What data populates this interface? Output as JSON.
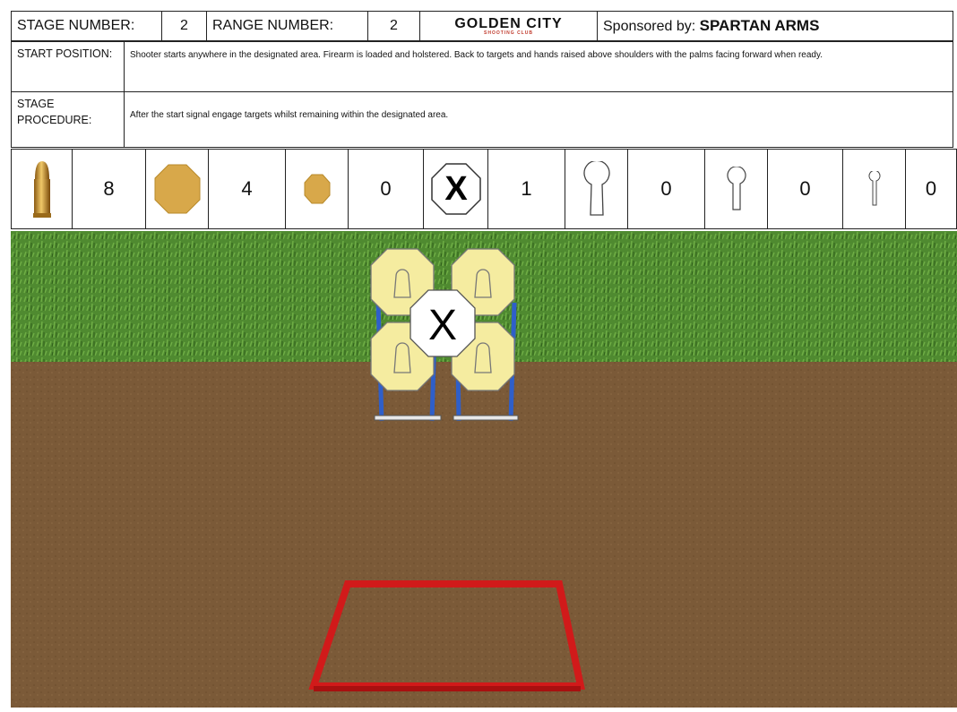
{
  "header": {
    "stage_label": "STAGE NUMBER:",
    "stage_value": "2",
    "range_label": "RANGE NUMBER:",
    "range_value": "2",
    "logo_title": "GOLDEN CITY",
    "logo_subtitle": "SHOOTING CLUB",
    "sponsor_prefix": "Sponsored by:",
    "sponsor_name": "SPARTAN ARMS"
  },
  "start_position": {
    "label": "START POSITION:",
    "text": "Shooter starts anywhere in the designated area. Firearm is loaded and holstered. Back to targets and hands raised above shoulders with the palms facing forward when ready."
  },
  "stage_procedure": {
    "label": "STAGE PROCEDURE:",
    "text": "After the start signal engage targets whilst remaining within the designated area."
  },
  "counts": [
    {
      "icon": "bullet-icon",
      "value": "8"
    },
    {
      "icon": "large-octagon-plate-icon",
      "value": "4"
    },
    {
      "icon": "small-octagon-plate-icon",
      "value": "0"
    },
    {
      "icon": "stop-plate-icon",
      "value": "1"
    },
    {
      "icon": "large-keyhole-target-icon",
      "value": "0"
    },
    {
      "icon": "medium-keyhole-target-icon",
      "value": "0"
    },
    {
      "icon": "small-keyhole-target-icon",
      "value": "0"
    }
  ],
  "scene": {
    "stop_plate_mark": "X",
    "colors": {
      "grass": "#4f8a30",
      "dirt": "#7b5a38",
      "plate": "#f5eca0",
      "stand": "#2f5fc9",
      "box": "#d11a1a",
      "octagon": "#d8a84a"
    }
  }
}
